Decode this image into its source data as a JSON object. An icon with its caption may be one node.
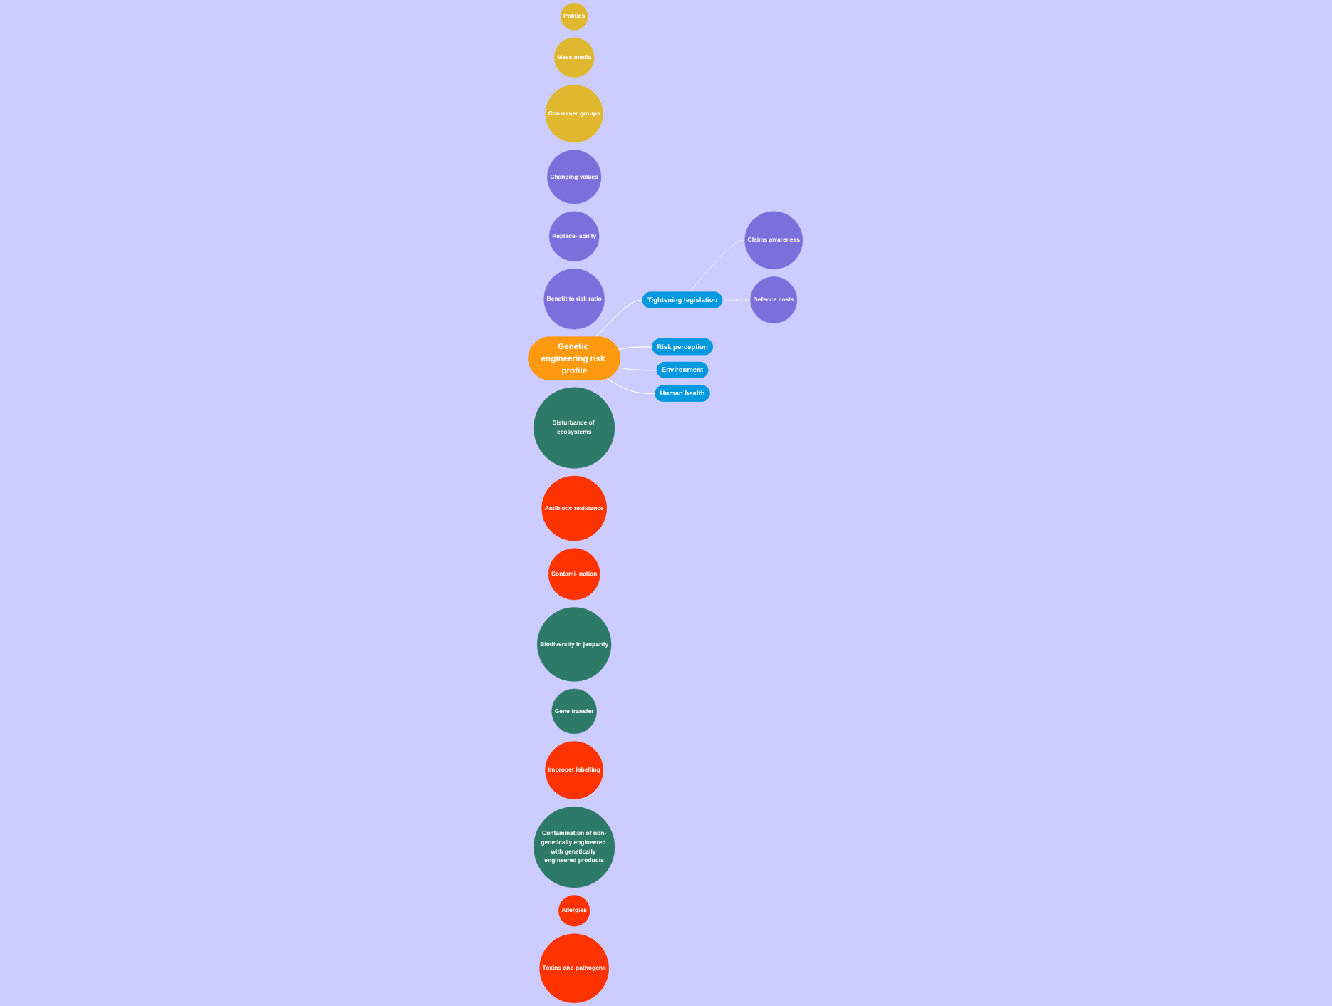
{
  "diagram": {
    "nodes": [
      {
        "text": [
          "Politics"
        ]
      },
      {
        "text": [
          "Mass media"
        ]
      },
      {
        "text": [
          "Consumer groups"
        ]
      },
      {
        "text": [
          "Tightening legislation"
        ]
      },
      {
        "text": [
          "Claims awareness"
        ]
      },
      {
        "text": [
          "Changing values"
        ]
      },
      {
        "text": [
          "Replace- ability"
        ]
      },
      {
        "text": [
          "Risk perception"
        ]
      },
      {
        "text": [
          "Defence costs"
        ]
      },
      {
        "text": [
          "Benefit to risk ratio"
        ]
      },
      {
        "text": [
          "Genetic engineering risk profile"
        ]
      },
      {
        "text": [
          "Disturbance of ecosystems"
        ]
      },
      {
        "text": [
          "Antibiotic resistance"
        ]
      },
      {
        "text": [
          "Contami- nation"
        ]
      },
      {
        "text": [
          "Biodiversity in jeopardy"
        ]
      },
      {
        "text": [
          "Environment"
        ]
      },
      {
        "text": [
          "Gene transfer"
        ]
      },
      {
        "text": [
          "Human health"
        ]
      },
      {
        "text": [
          "Improper labelling"
        ]
      },
      {
        "text": [
          "Contamination of non-genetically engineered with genetically engineered products"
        ]
      },
      {
        "text": [
          "Allergies"
        ]
      },
      {
        "text": [
          "Toxins and pathogens"
        ]
      }
    ],
    "edges": [
      {
        "from": 10,
        "to": 3,
        "arrow": "none"
      },
      {
        "from": 10,
        "to": 7,
        "arrow": "none"
      },
      {
        "from": 10,
        "to": 15,
        "arrow": "none"
      },
      {
        "from": 10,
        "to": 17,
        "arrow": "none"
      },
      {
        "from": 3,
        "to": 4,
        "arrow": "none",
        "style": "dashed"
      },
      {
        "from": 3,
        "to": 8,
        "arrow": "none",
        "style": "dashed"
      }
    ]
  }
}
